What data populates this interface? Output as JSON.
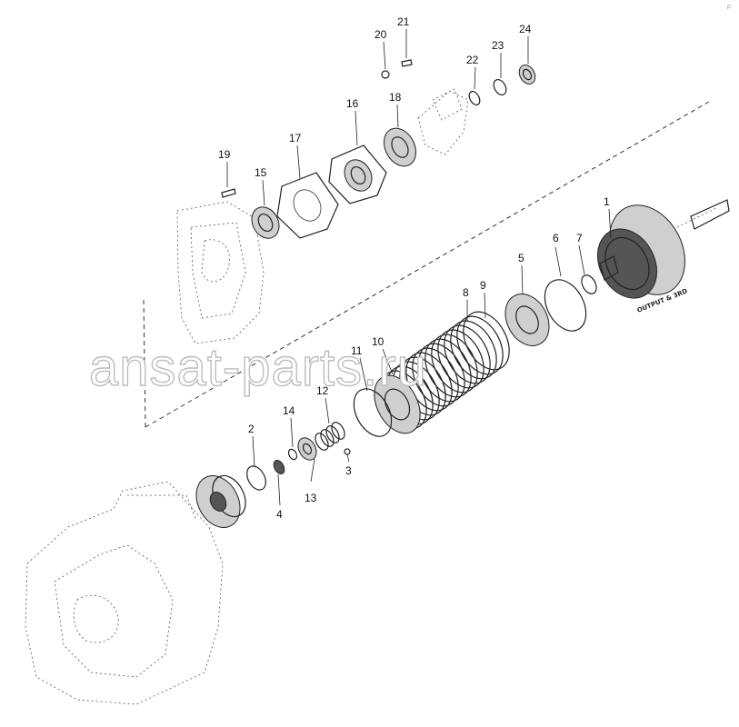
{
  "diagram": {
    "callouts": [
      {
        "id": "1",
        "label": "1"
      },
      {
        "id": "2",
        "label": "2"
      },
      {
        "id": "3",
        "label": "3"
      },
      {
        "id": "4",
        "label": "4"
      },
      {
        "id": "5",
        "label": "5"
      },
      {
        "id": "6",
        "label": "6"
      },
      {
        "id": "7",
        "label": "7"
      },
      {
        "id": "8",
        "label": "8"
      },
      {
        "id": "9",
        "label": "9"
      },
      {
        "id": "10",
        "label": "10"
      },
      {
        "id": "11",
        "label": "11"
      },
      {
        "id": "12",
        "label": "12"
      },
      {
        "id": "13",
        "label": "13"
      },
      {
        "id": "14",
        "label": "14"
      },
      {
        "id": "15",
        "label": "15"
      },
      {
        "id": "16",
        "label": "16"
      },
      {
        "id": "17",
        "label": "17"
      },
      {
        "id": "18",
        "label": "18"
      },
      {
        "id": "19",
        "label": "19"
      },
      {
        "id": "20",
        "label": "20"
      },
      {
        "id": "21",
        "label": "21"
      },
      {
        "id": "22",
        "label": "22"
      },
      {
        "id": "23",
        "label": "23"
      },
      {
        "id": "24",
        "label": "24"
      }
    ],
    "part_stamp": "OUTPUT & 3RD",
    "watermark": "ansat-parts.ru",
    "corner_mark": "P"
  }
}
